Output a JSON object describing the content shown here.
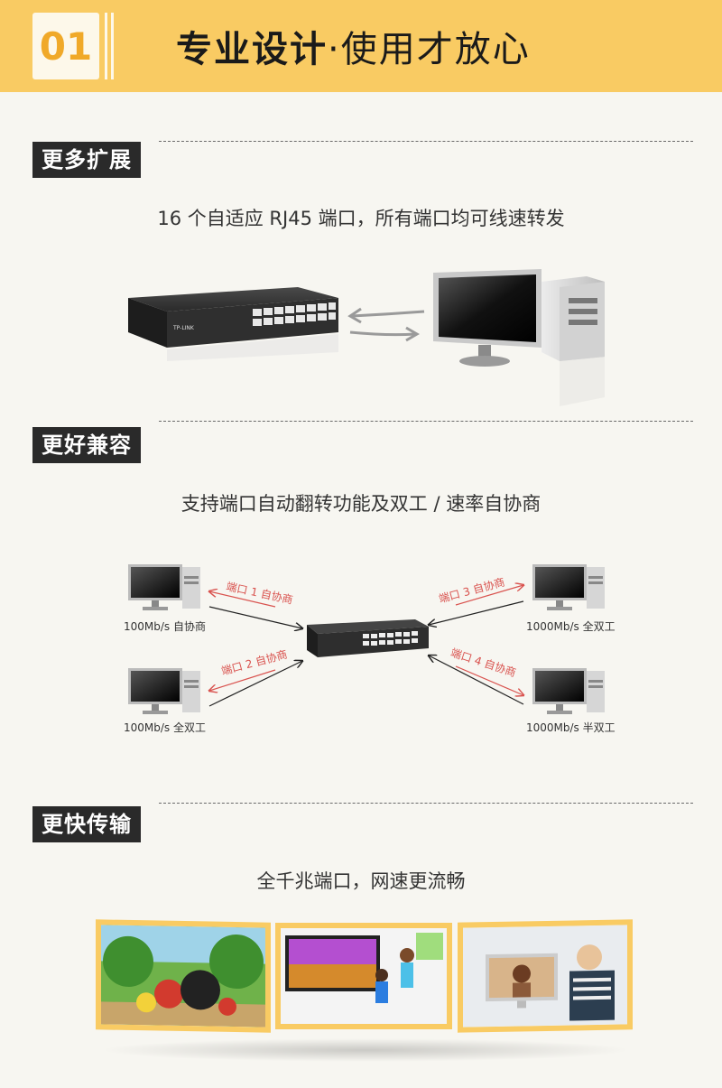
{
  "header": {
    "number": "01",
    "title_bold": "专业设计",
    "title_dot": "·",
    "title_rest": "使用才放心"
  },
  "sections": [
    {
      "tag": "更多扩展",
      "subtitle": "16 个自适应 RJ45 端口，所有端口均可线速转发"
    },
    {
      "tag": "更好兼容",
      "subtitle": "支持端口自动翻转功能及双工 / 速率自协商"
    },
    {
      "tag": "更快传输",
      "subtitle": "全千兆端口，网速更流畅"
    }
  ],
  "switch_brand": "TP-LINK",
  "diagram": {
    "port_labels": [
      "端口 1 自协商",
      "端口 2 自协商",
      "端口 3 自协商",
      "端口 4 自协商"
    ],
    "pc_labels": [
      "100Mb/s 自协商",
      "100Mb/s 全双工",
      "1000Mb/s 全双工",
      "1000Mb/s 半双工"
    ]
  },
  "colors": {
    "accent": "#f9cb63",
    "number": "#f0a929",
    "tag_bg": "#2a2a2a",
    "port_label": "#d9534f"
  }
}
